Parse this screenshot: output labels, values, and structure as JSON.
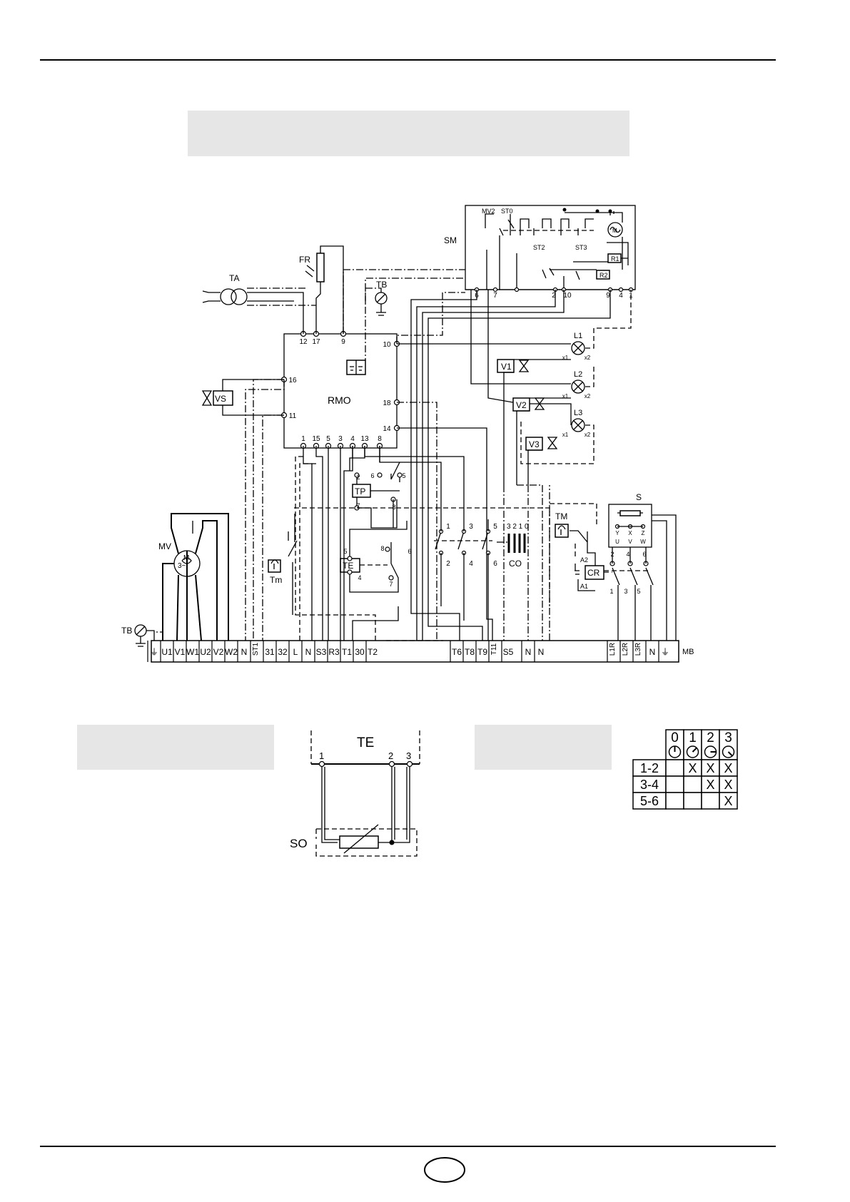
{
  "schematic": {
    "components": {
      "SM": "SM",
      "MV2": "MV2",
      "ST0": "ST0",
      "ST2": "ST2",
      "ST3": "ST3",
      "R1": "R1",
      "R2": "R2",
      "M_small": "M",
      "FR": "FR",
      "TA": "TA",
      "TB": "TB",
      "RMO": "RMO",
      "VS": "VS",
      "L1": "L1",
      "L2": "L2",
      "L3": "L3",
      "V1": "V1",
      "V2": "V2",
      "V3": "V3",
      "TP": "TP",
      "TE": "TE",
      "Tm": "Tm",
      "TM": "TM",
      "CR": "CR",
      "A1": "A1",
      "A2": "A2",
      "CO": "CO",
      "CO_positions": "3 2 1 0",
      "S": "S",
      "MV": "MV",
      "M_big": "M",
      "motor_phase": "3~",
      "MB": "MB"
    },
    "sm_terminals": [
      "6",
      "7",
      "2",
      "10",
      "9",
      "4",
      "1"
    ],
    "rmo_top_pins": [
      "12",
      "17",
      "9"
    ],
    "rmo_right_pins": [
      "10",
      "18",
      "14"
    ],
    "rmo_left_pins": [
      "16",
      "11"
    ],
    "rmo_bottom_pins": [
      "1",
      "15",
      "5",
      "3",
      "4",
      "13",
      "8"
    ],
    "tp_pins": [
      "2",
      "7",
      "6",
      "5",
      "8"
    ],
    "te_pins": [
      "5",
      "4",
      "8",
      "7",
      "6"
    ],
    "co_pins_top": [
      "1",
      "3",
      "5"
    ],
    "co_pins_bottom": [
      "2",
      "4",
      "6"
    ],
    "s_labels": [
      "Y",
      "X",
      "Z",
      "U",
      "V",
      "W"
    ],
    "s_pins_top": [
      "2",
      "4",
      "6"
    ],
    "s_pins_bottom": [
      "1",
      "3",
      "5"
    ],
    "lamp_pins": [
      "x1",
      "x2"
    ],
    "terminal_block": [
      "⏚",
      "U1",
      "V1",
      "W1",
      "U2",
      "V2",
      "W2",
      "N",
      "ST1",
      "31",
      "32",
      "L",
      "N",
      "S3",
      "R3",
      "T1",
      "30",
      "T2",
      "T6",
      "T8",
      "T9",
      "T11",
      "S5",
      "N",
      "N",
      "L1R",
      "L2R",
      "L3R",
      "N",
      "⏚"
    ]
  },
  "te_detail": {
    "title": "TE",
    "pins": [
      "1",
      "2",
      "3"
    ],
    "sensor": "SO"
  },
  "switch_table": {
    "positions": [
      "0",
      "1",
      "2",
      "3"
    ],
    "rows": [
      {
        "label": "1-2",
        "cells": [
          "",
          "X",
          "X",
          "X"
        ]
      },
      {
        "label": "3-4",
        "cells": [
          "",
          "",
          "X",
          "X"
        ]
      },
      {
        "label": "5-6",
        "cells": [
          "",
          "",
          "",
          "X"
        ]
      }
    ]
  }
}
